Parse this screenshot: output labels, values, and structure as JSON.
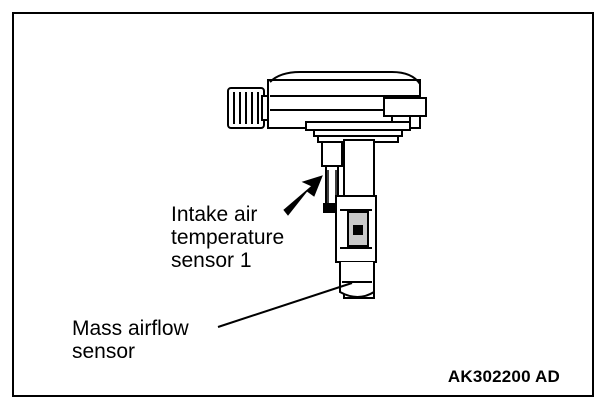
{
  "labels": {
    "intake_air_sensor": [
      "Intake air",
      "temperature",
      "sensor 1"
    ],
    "mass_airflow_sensor": [
      "Mass airflow",
      "sensor"
    ]
  },
  "figure_code": "AK302200 AD",
  "colors": {
    "ink": "#000000",
    "paper": "#ffffff",
    "shade": "#c8c8c8"
  }
}
